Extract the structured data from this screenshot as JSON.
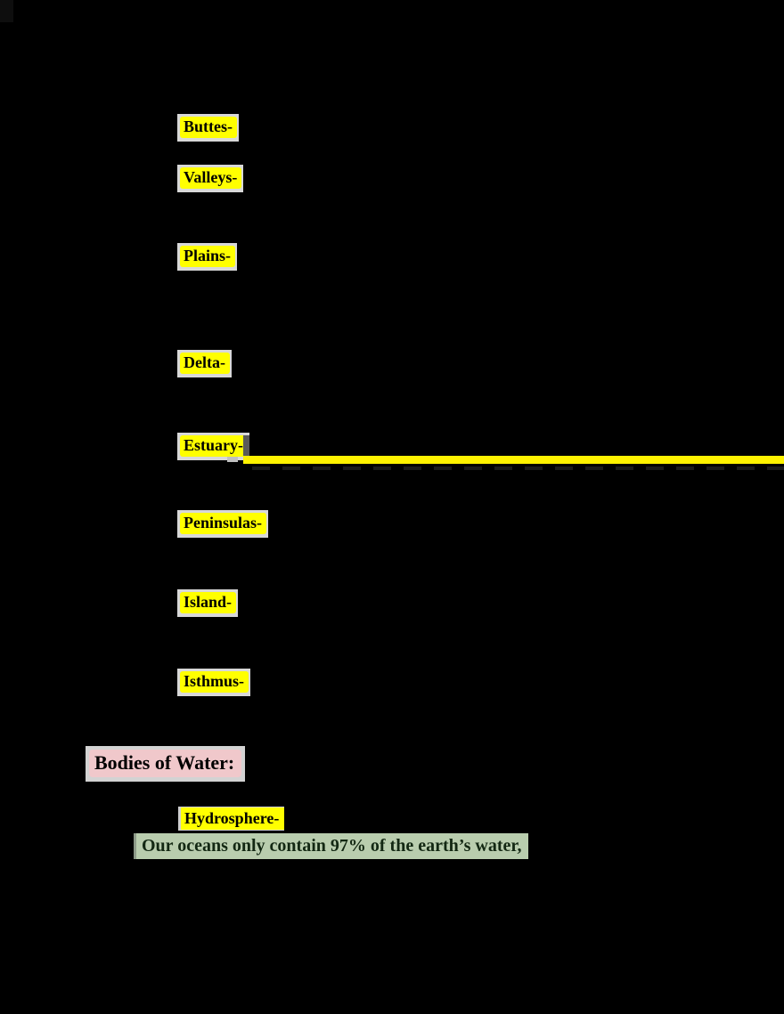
{
  "page": {
    "background": "#000000"
  },
  "colors": {
    "term_highlight": "#ffff00",
    "selection_gray": "#d8d8d8",
    "heading_highlight": "#f0c8cb",
    "fact_highlight": "#b9cdae",
    "highlight_bar": "#fff200"
  },
  "terms": [
    {
      "label": "Buttes-"
    },
    {
      "label": "Valleys-"
    },
    {
      "label": "Plains-"
    },
    {
      "label": "Delta-"
    },
    {
      "label": "Estuary-"
    },
    {
      "label": "Peninsulas-"
    },
    {
      "label": "Island-"
    },
    {
      "label": "Isthmus-"
    }
  ],
  "heading": {
    "label": "Bodies of Water:"
  },
  "water_terms": [
    {
      "label": "Hydrosphere-"
    }
  ],
  "fact": {
    "text": "Our oceans only contain 97% of the earth’s water,"
  }
}
